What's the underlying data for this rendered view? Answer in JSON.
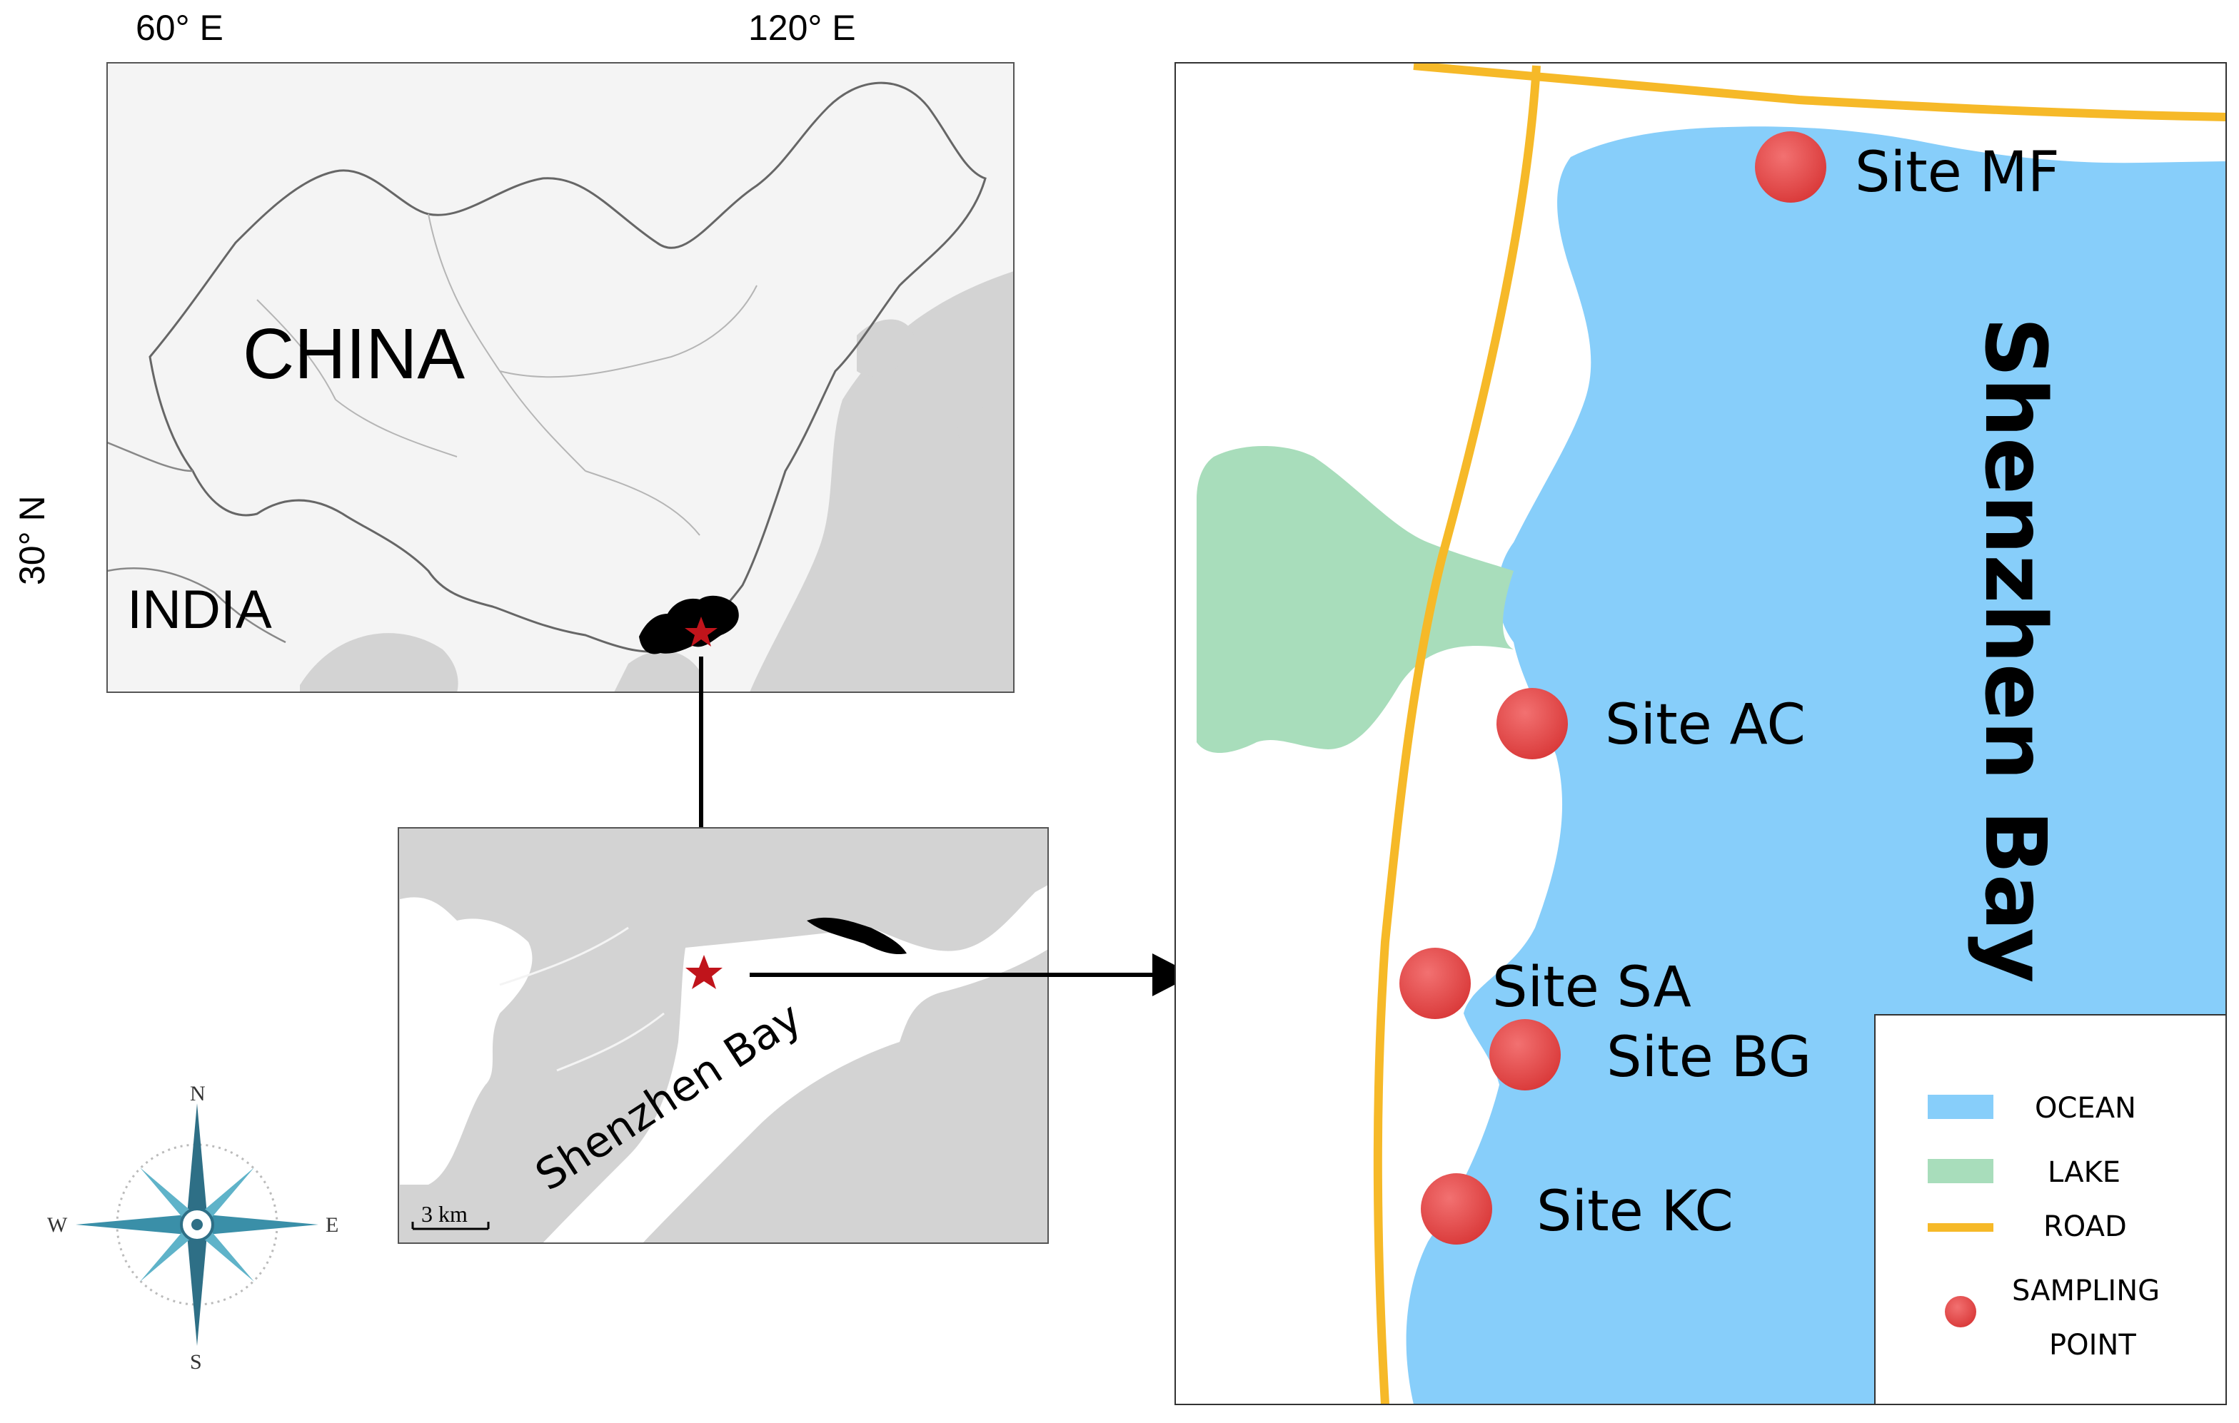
{
  "overview_map": {
    "lon_labels": [
      "60° E",
      "120° E"
    ],
    "lat_label": "30° N",
    "country_labels": [
      "CHINA",
      "INDIA"
    ]
  },
  "inset_map": {
    "bay_label": "Shenzhen Bay",
    "scale_label": "3 km"
  },
  "compass": {
    "north": "N",
    "south": "S",
    "east": "E",
    "west": "W"
  },
  "detail_map": {
    "bay_label": "Shenzhen Bay",
    "sites": [
      "Site MF",
      "Site AC",
      "Site SA",
      "Site BG",
      "Site KC"
    ]
  },
  "legend": {
    "items": [
      {
        "label": "OCEAN",
        "color": "#87CEFA"
      },
      {
        "label": "LAKE",
        "color": "#A8DDBB"
      },
      {
        "label": "ROAD",
        "color": "#F6B928"
      },
      {
        "label": "SAMPLING POINT",
        "label_lines": [
          "SAMPLING",
          "POINT"
        ],
        "color": "#E64A4A"
      }
    ]
  },
  "colors": {
    "land_grey": "#D3D3D3",
    "highlight_region": "#000000",
    "star": "#C0141B"
  }
}
